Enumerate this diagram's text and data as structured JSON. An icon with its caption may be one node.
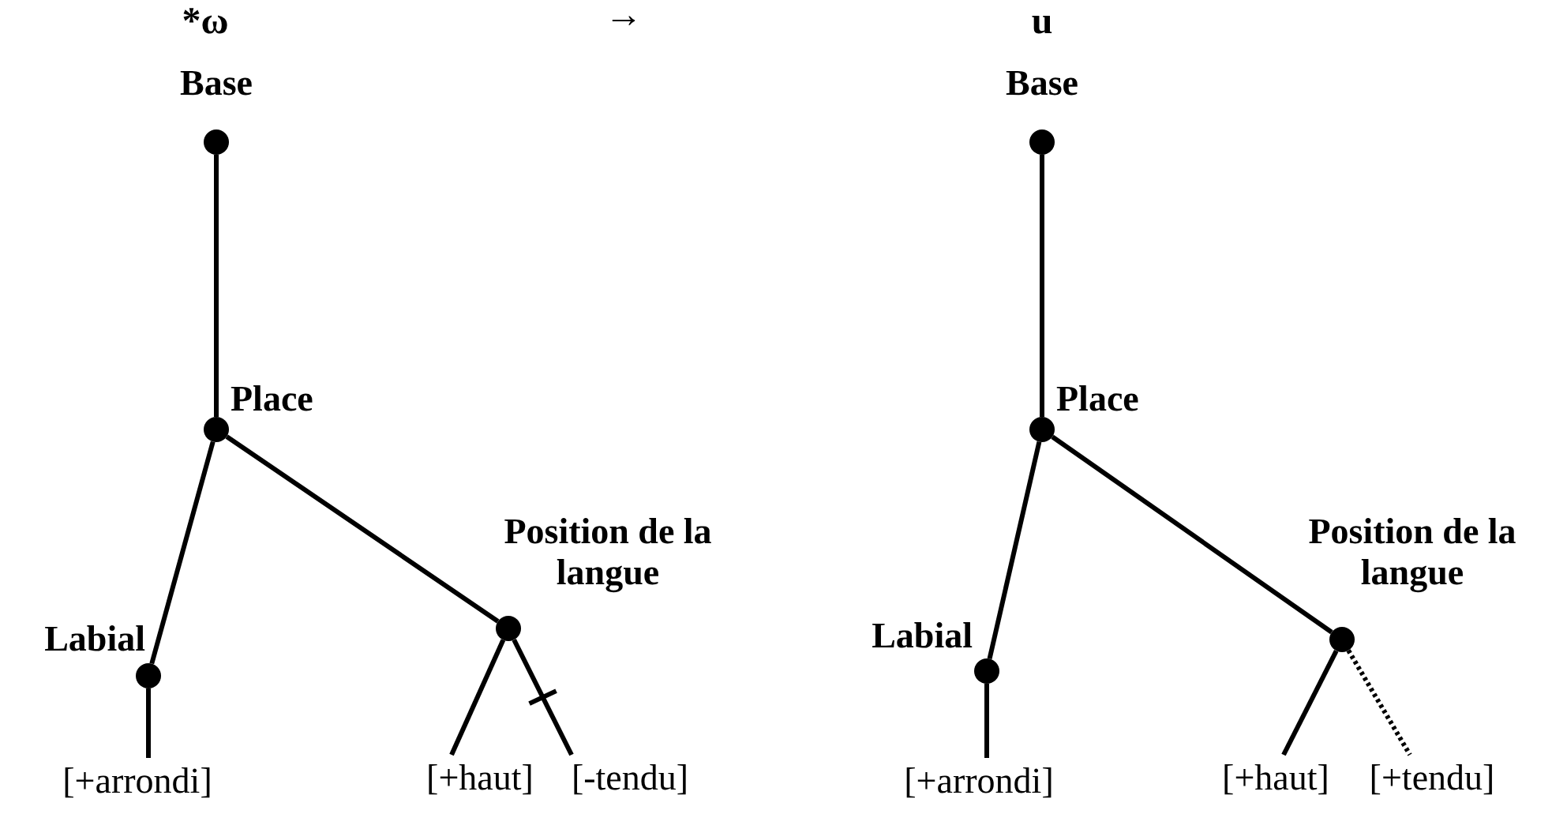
{
  "diagram": {
    "nodes": [
      {
        "text": [],
        "shape": "circle",
        "beside": [
          "Base"
        ]
      },
      {
        "text": [],
        "shape": "circle",
        "beside": [
          "Place"
        ]
      },
      {
        "text": [],
        "shape": "circle",
        "beside": [
          "Labial"
        ]
      },
      {
        "text": [],
        "shape": "circle",
        "beside": [
          "Position de la langue"
        ]
      },
      {
        "text": [
          "[+arrondi]"
        ]
      },
      {
        "text": [
          "[+haut]"
        ]
      },
      {
        "text": [
          "[-tendu]"
        ]
      },
      {
        "text": [],
        "shape": "circle",
        "beside": [
          "Base"
        ]
      },
      {
        "text": [],
        "shape": "circle",
        "beside": [
          "Place"
        ]
      },
      {
        "text": [],
        "shape": "circle",
        "beside": [
          "Labial"
        ]
      },
      {
        "text": [],
        "shape": "circle",
        "beside": [
          "Position de la langue"
        ]
      },
      {
        "text": [
          "[+arrondi]"
        ]
      },
      {
        "text": [
          "[+haut]"
        ]
      },
      {
        "text": [
          "[+tendu]"
        ]
      }
    ],
    "edges": [
      {
        "from": 0,
        "to": 1,
        "arrow": "none"
      },
      {
        "from": 1,
        "to": 2,
        "arrow": "none"
      },
      {
        "from": 1,
        "to": 3,
        "arrow": "none"
      },
      {
        "from": 2,
        "to": 4,
        "arrow": "none"
      },
      {
        "from": 3,
        "to": 5,
        "arrow": "none"
      },
      {
        "from": 3,
        "to": 6,
        "arrow": "none"
      },
      {
        "from": 7,
        "to": 8,
        "arrow": "none"
      },
      {
        "from": 8,
        "to": 9,
        "arrow": "none"
      },
      {
        "from": 8,
        "to": 10,
        "arrow": "none"
      },
      {
        "from": 9,
        "to": 11,
        "arrow": "none"
      },
      {
        "from": 10,
        "to": 12,
        "arrow": "none"
      },
      {
        "from": 10,
        "to": 13,
        "arrow": "none",
        "style": "dashed"
      }
    ],
    "labels": [
      "*ω",
      "→",
      "u"
    ]
  }
}
